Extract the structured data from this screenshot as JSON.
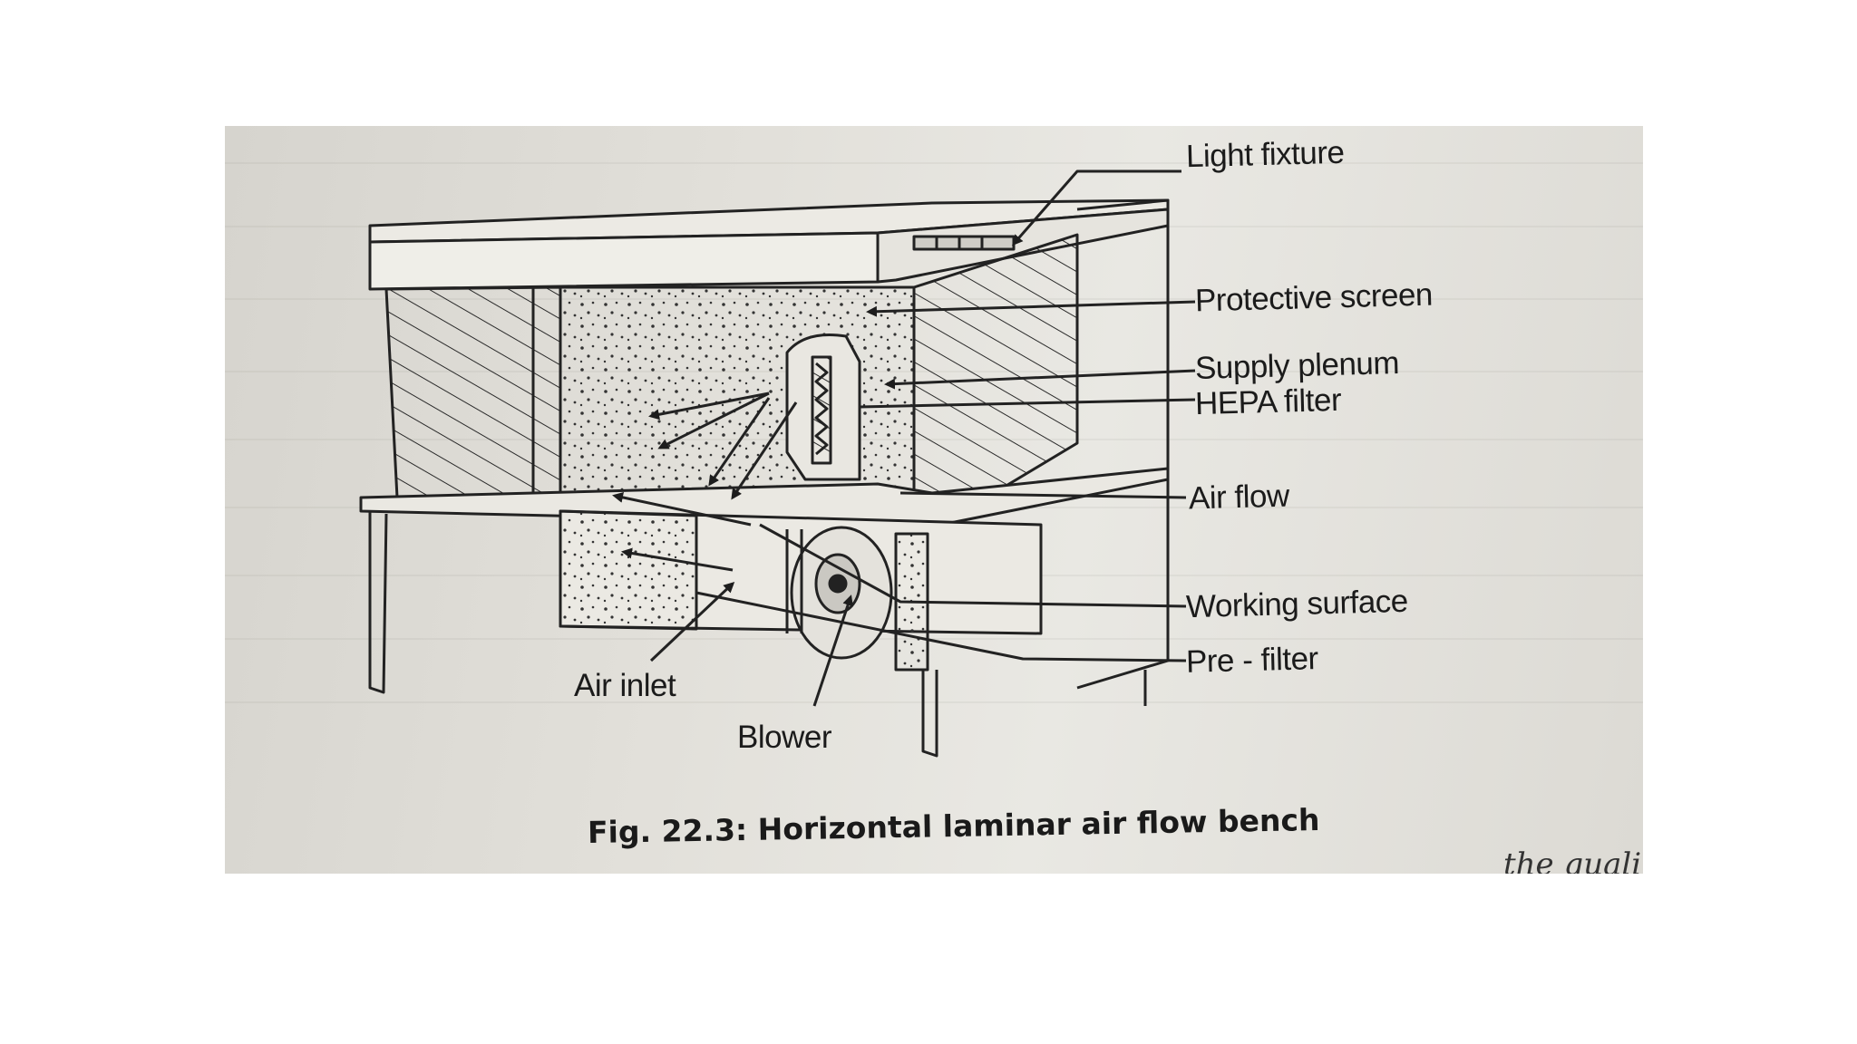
{
  "labels": {
    "light_fixture": "Light fixture",
    "protective_screen": "Protective screen",
    "supply_plenum": "Supply plenum",
    "hepa_filter": "HEPA filter",
    "air_flow": "Air flow",
    "working_surface": "Working surface",
    "pre_filter": "Pre - filter",
    "air_inlet": "Air inlet",
    "blower": "Blower"
  },
  "caption": "Fig. 22.3: Horizontal laminar air flow bench",
  "edge_text": "the quality c"
}
